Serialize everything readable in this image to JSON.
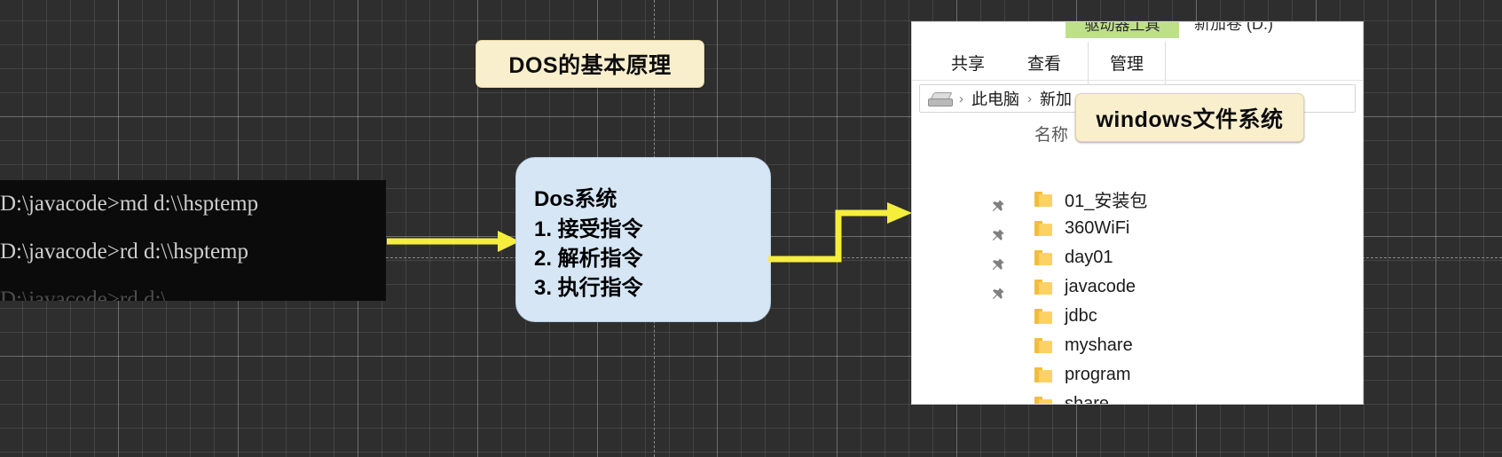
{
  "canvas": {
    "background": "#2e2e2e",
    "grid_color": "#ffffff"
  },
  "labels": {
    "dos_principle": "DOS的基本原理",
    "windows_filesystem": "windows文件系统"
  },
  "terminal": {
    "name": "command-prompt",
    "background": "#0b0b0b",
    "text_color": "#cfcfcf",
    "lines": [
      "D:\\javacode>md d:\\\\hsptemp",
      "D:\\javacode>rd d:\\\\hsptemp",
      "D:\\javacode>rd d:\\"
    ]
  },
  "dos_box": {
    "title": "Dos系统",
    "accent": "#d6e6f5",
    "steps": [
      "1. 接受指令",
      "2. 解析指令",
      "3. 执行指令"
    ]
  },
  "arrows": {
    "arrow1_name": "arrow-terminal-to-dos",
    "arrow2_name": "arrow-dos-to-explorer",
    "color": "#f5ee3c"
  },
  "explorer": {
    "contextual_tab": "驱动器工具",
    "contextual_tab_color": "#bfe08a",
    "volume_name": "新加卷 (D:)",
    "tabs": [
      {
        "label": "共享",
        "active": false
      },
      {
        "label": "查看",
        "active": false
      },
      {
        "label": "管理",
        "active": true
      }
    ],
    "breadcrumb": {
      "icon": "drive-icon",
      "items": [
        "此电脑",
        "新加"
      ],
      "separator": "›"
    },
    "column_header": "名称",
    "files": [
      {
        "name": "01_安装包",
        "pinned": true
      },
      {
        "name": "360WiFi",
        "pinned": true
      },
      {
        "name": "day01",
        "pinned": true
      },
      {
        "name": "javacode",
        "pinned": true
      },
      {
        "name": "jdbc",
        "pinned": false
      },
      {
        "name": "myshare",
        "pinned": false
      },
      {
        "name": "program",
        "pinned": false
      },
      {
        "name": "share",
        "pinned": false
      }
    ]
  }
}
